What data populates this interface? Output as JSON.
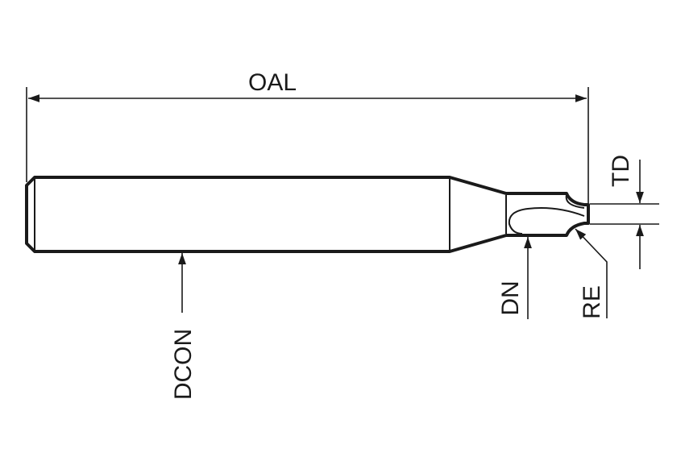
{
  "labels": {
    "oal": "OAL",
    "dcon": "DCON",
    "dn": "DN",
    "re": "RE",
    "td": "TD"
  },
  "colors": {
    "line": "#1a1a1a",
    "background": "#ffffff"
  }
}
